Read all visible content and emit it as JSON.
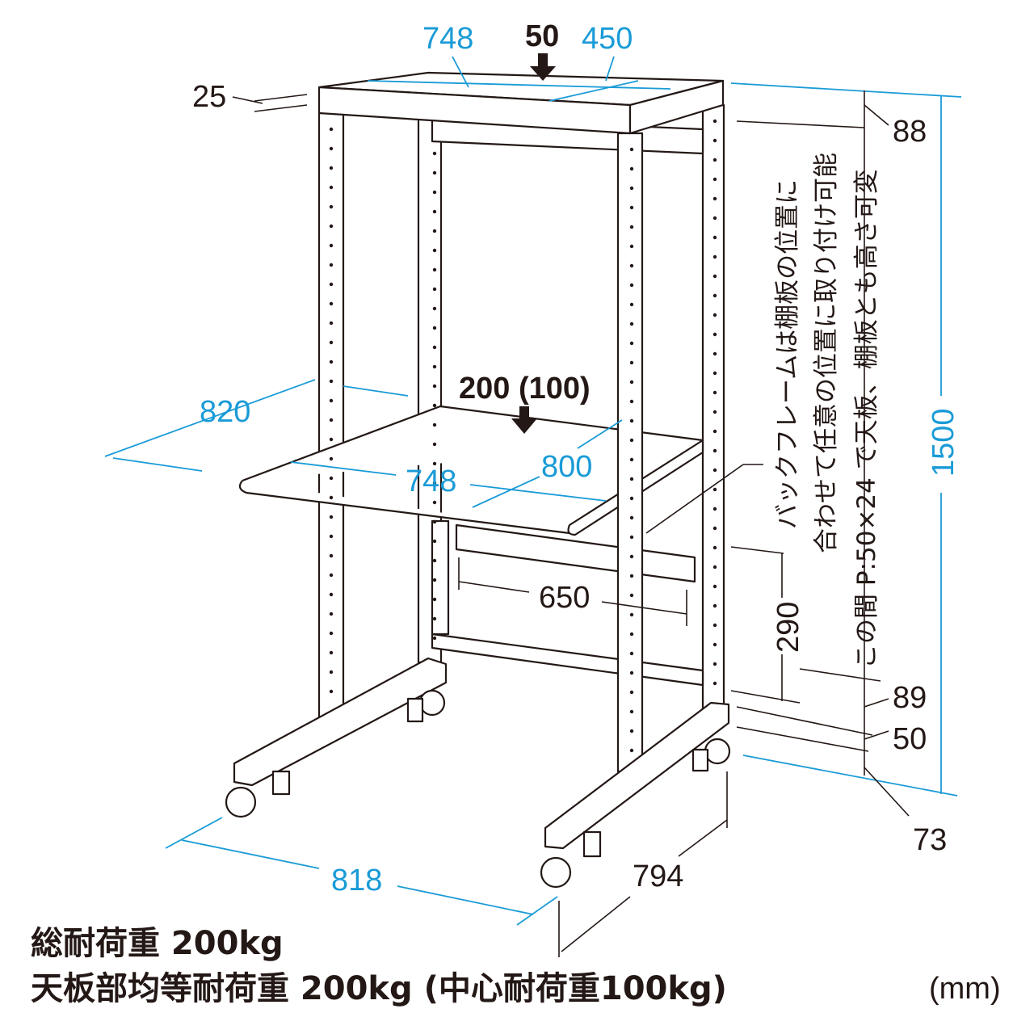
{
  "dimensions": {
    "top_width": "748",
    "top_load": "50",
    "top_depth": "450",
    "top_thickness": "25",
    "top_offset": "88",
    "shelf_load": "200 (100)",
    "overall_depth": "820",
    "shelf_width": "748",
    "shelf_depth": "800",
    "inner_width": "650",
    "shelf_range": "290",
    "total_height": "1500",
    "bottom_gap": "89",
    "bottom_bar": "50",
    "base_height": "73",
    "base_width": "818",
    "base_depth": "794"
  },
  "annotations": {
    "back_frame_line1": "バックフレームは棚板の位置に",
    "back_frame_line2": "合わせて任意の位置に取り付け可能",
    "adjust_note": "この間 P:50×24 で天板、棚板とも高さ可変"
  },
  "notes": {
    "total_load": "総耐荷重 200kg",
    "top_load": "天板部均等耐荷重 200kg (中心耐荷重100kg)"
  },
  "unit": "(mm)",
  "colors": {
    "dimension": "#1a9bd7",
    "line": "#231815"
  }
}
